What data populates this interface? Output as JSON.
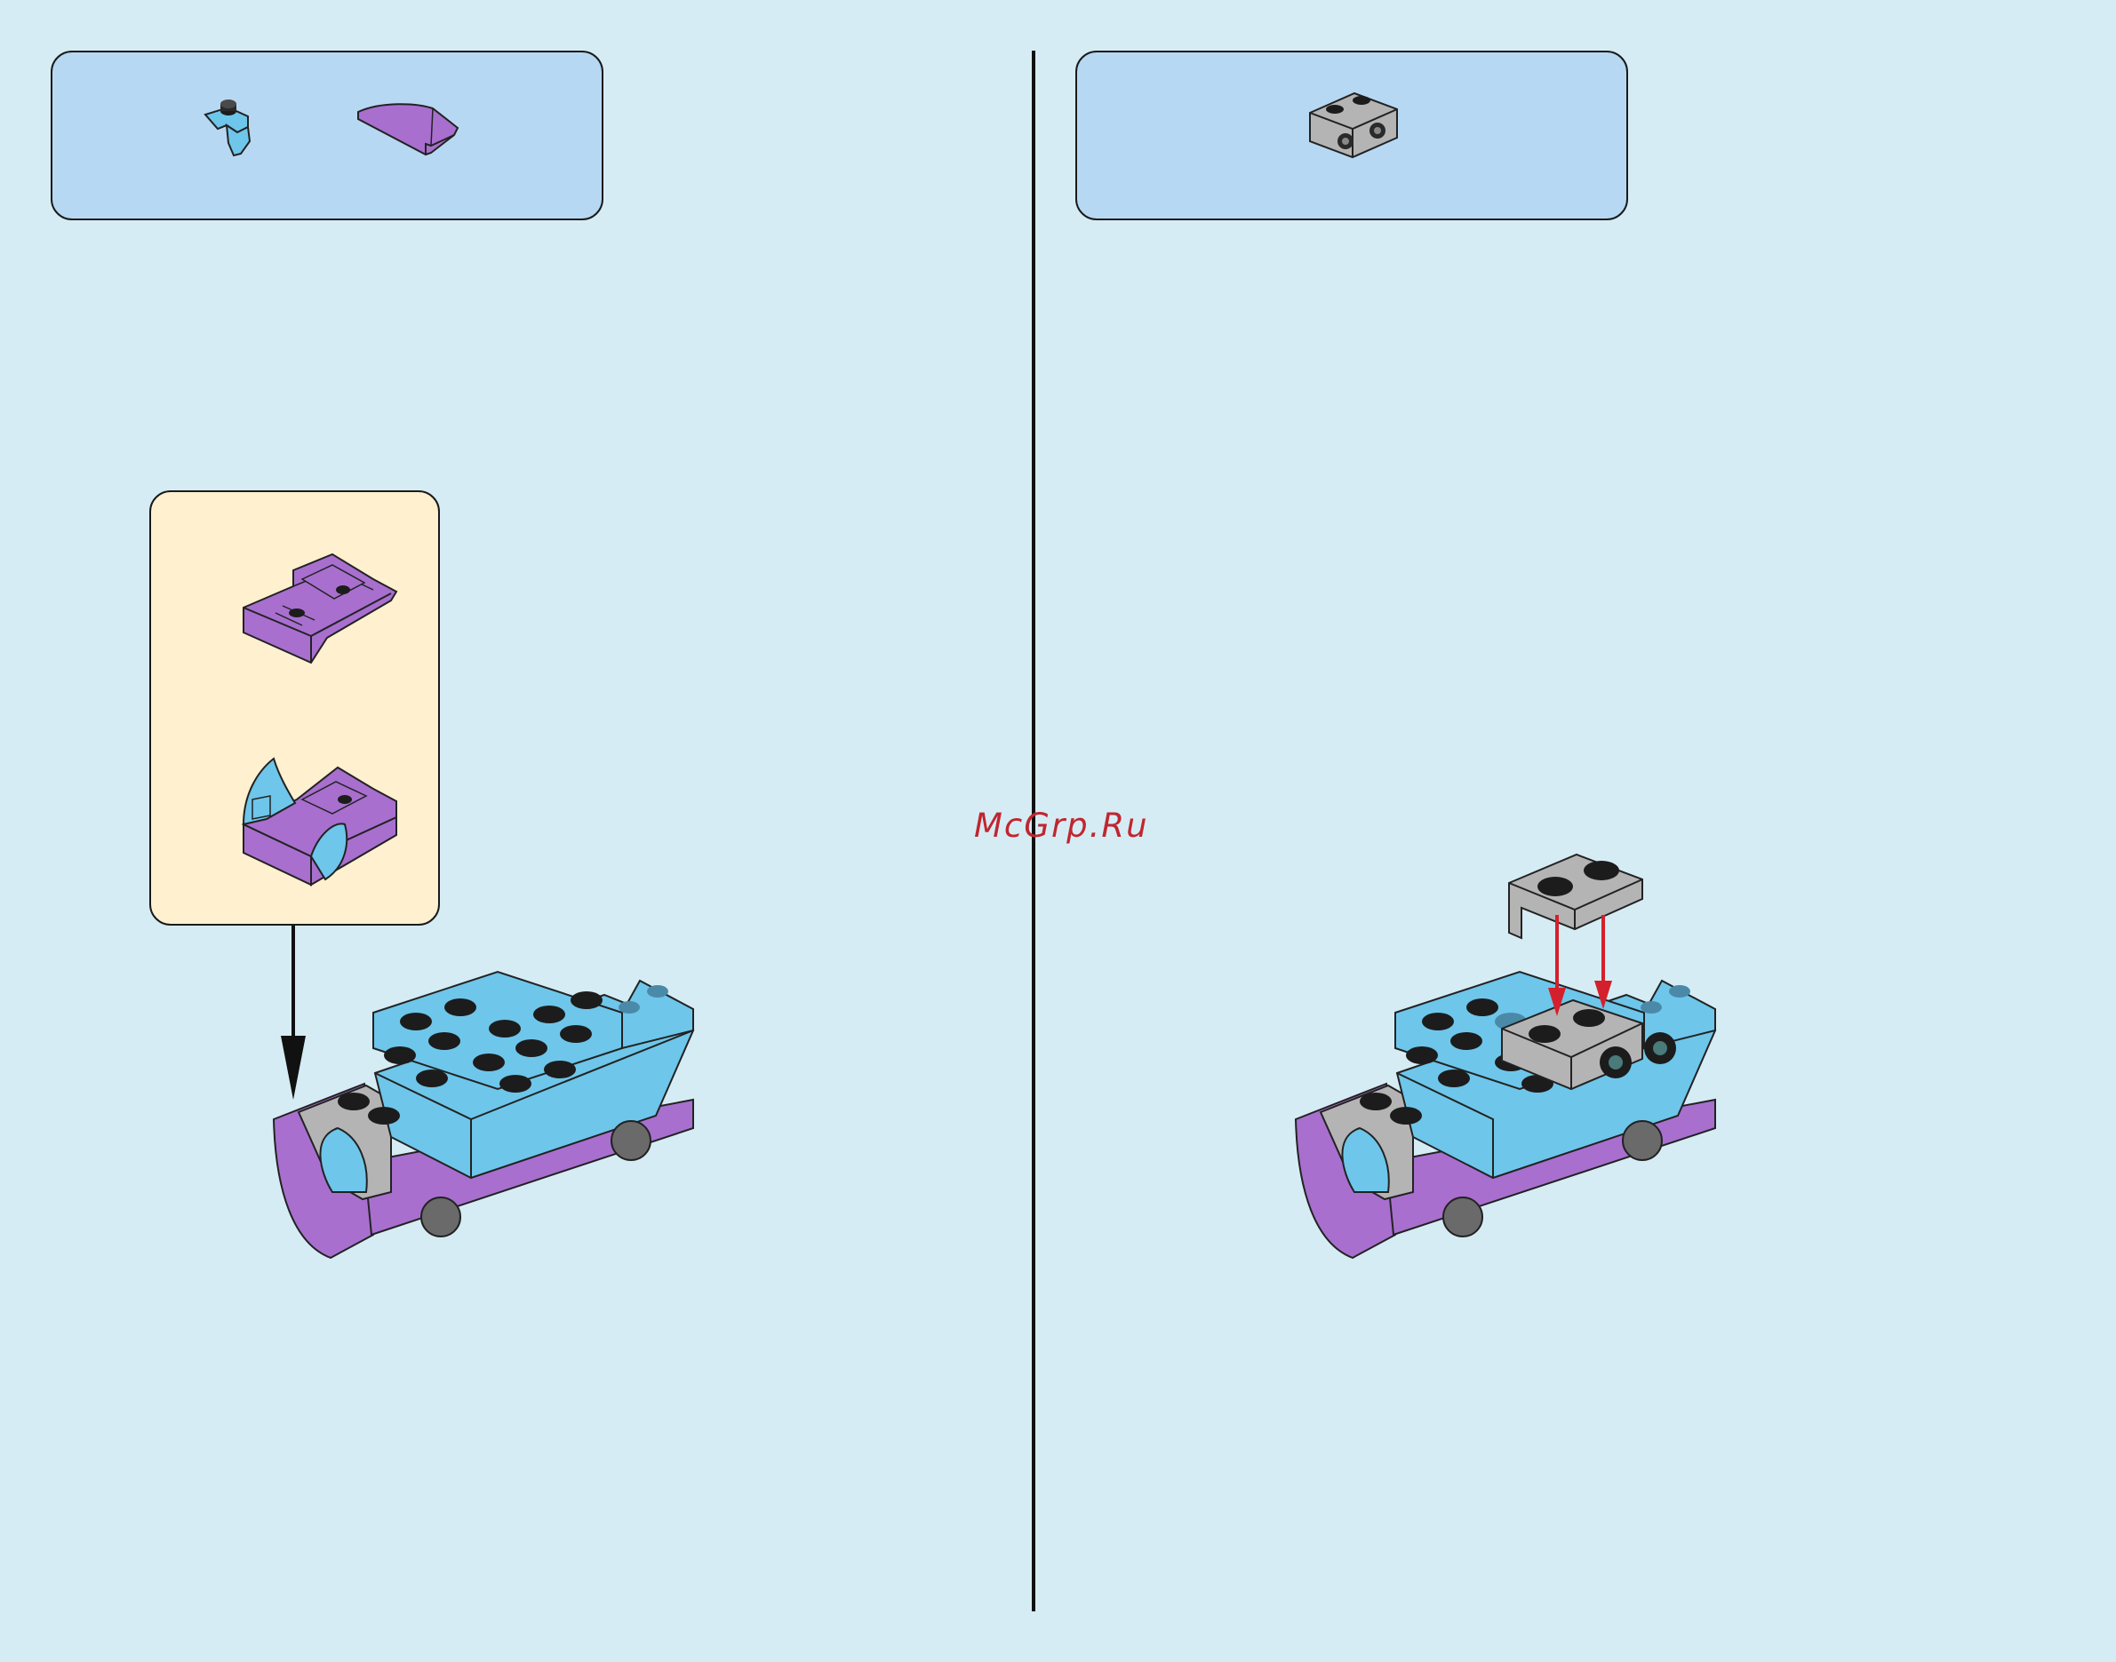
{
  "watermark": {
    "text": "McGrp.Ru"
  },
  "steps": [
    {
      "parts": [
        "light-blue-1x1-tooth-plate",
        "medium-lavender-curved-slope"
      ]
    },
    {
      "parts": [
        "light-gray-1x2-bracket"
      ]
    }
  ],
  "colors": {
    "background": "#d6ecf4",
    "parts_box": "#b7d8f2",
    "sub_box": "#fff0d0",
    "light_blue": "#6ec6ea",
    "lavender": "#a86fcf",
    "gray": "#b4b4b4",
    "arrow_red": "#d4202c"
  }
}
